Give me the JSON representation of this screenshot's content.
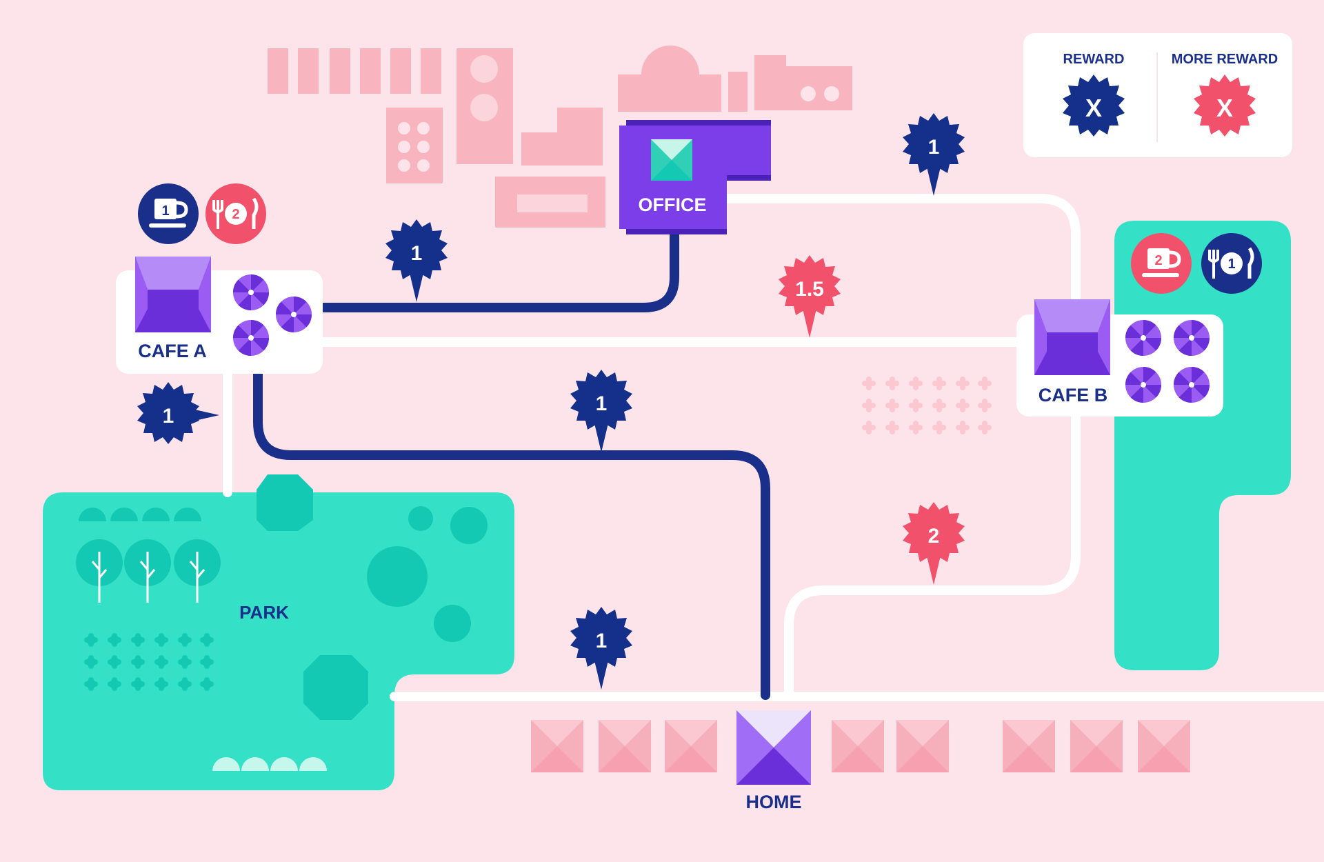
{
  "legend": {
    "reward_label": "REWARD",
    "more_reward_label": "MORE REWARD",
    "reward_mark": "X",
    "more_reward_mark": "X"
  },
  "places": {
    "office": "OFFICE",
    "cafe_a": "CAFE A",
    "cafe_b": "CAFE B",
    "park": "PARK",
    "home": "HOME"
  },
  "cafe_a_badges": {
    "coffee": "1",
    "food": "2"
  },
  "cafe_b_badges": {
    "coffee": "2",
    "food": "1"
  },
  "route_markers": [
    {
      "value": "1",
      "kind": "reward",
      "segment": "cafe-a-to-office"
    },
    {
      "value": "1",
      "kind": "reward",
      "segment": "office-to-cafe-b"
    },
    {
      "value": "1.5",
      "kind": "more-reward",
      "segment": "cafe-a-to-cafe-b"
    },
    {
      "value": "1",
      "kind": "reward",
      "segment": "cafe-a-to-park"
    },
    {
      "value": "1",
      "kind": "reward",
      "segment": "cafe-a-to-home"
    },
    {
      "value": "2",
      "kind": "more-reward",
      "segment": "cafe-b-to-home"
    },
    {
      "value": "1",
      "kind": "reward",
      "segment": "park-to-home"
    }
  ],
  "colors": {
    "background": "#fde3ea",
    "path_taken": "#1a2f8a",
    "path_other": "#ffffff",
    "reward": "#14308a",
    "more_reward": "#f2516b",
    "building_purple": "#7b3ee8",
    "park_green": "#34e0c6",
    "park_dark": "#14c9b4",
    "pink_block": "#f8b5c0"
  }
}
